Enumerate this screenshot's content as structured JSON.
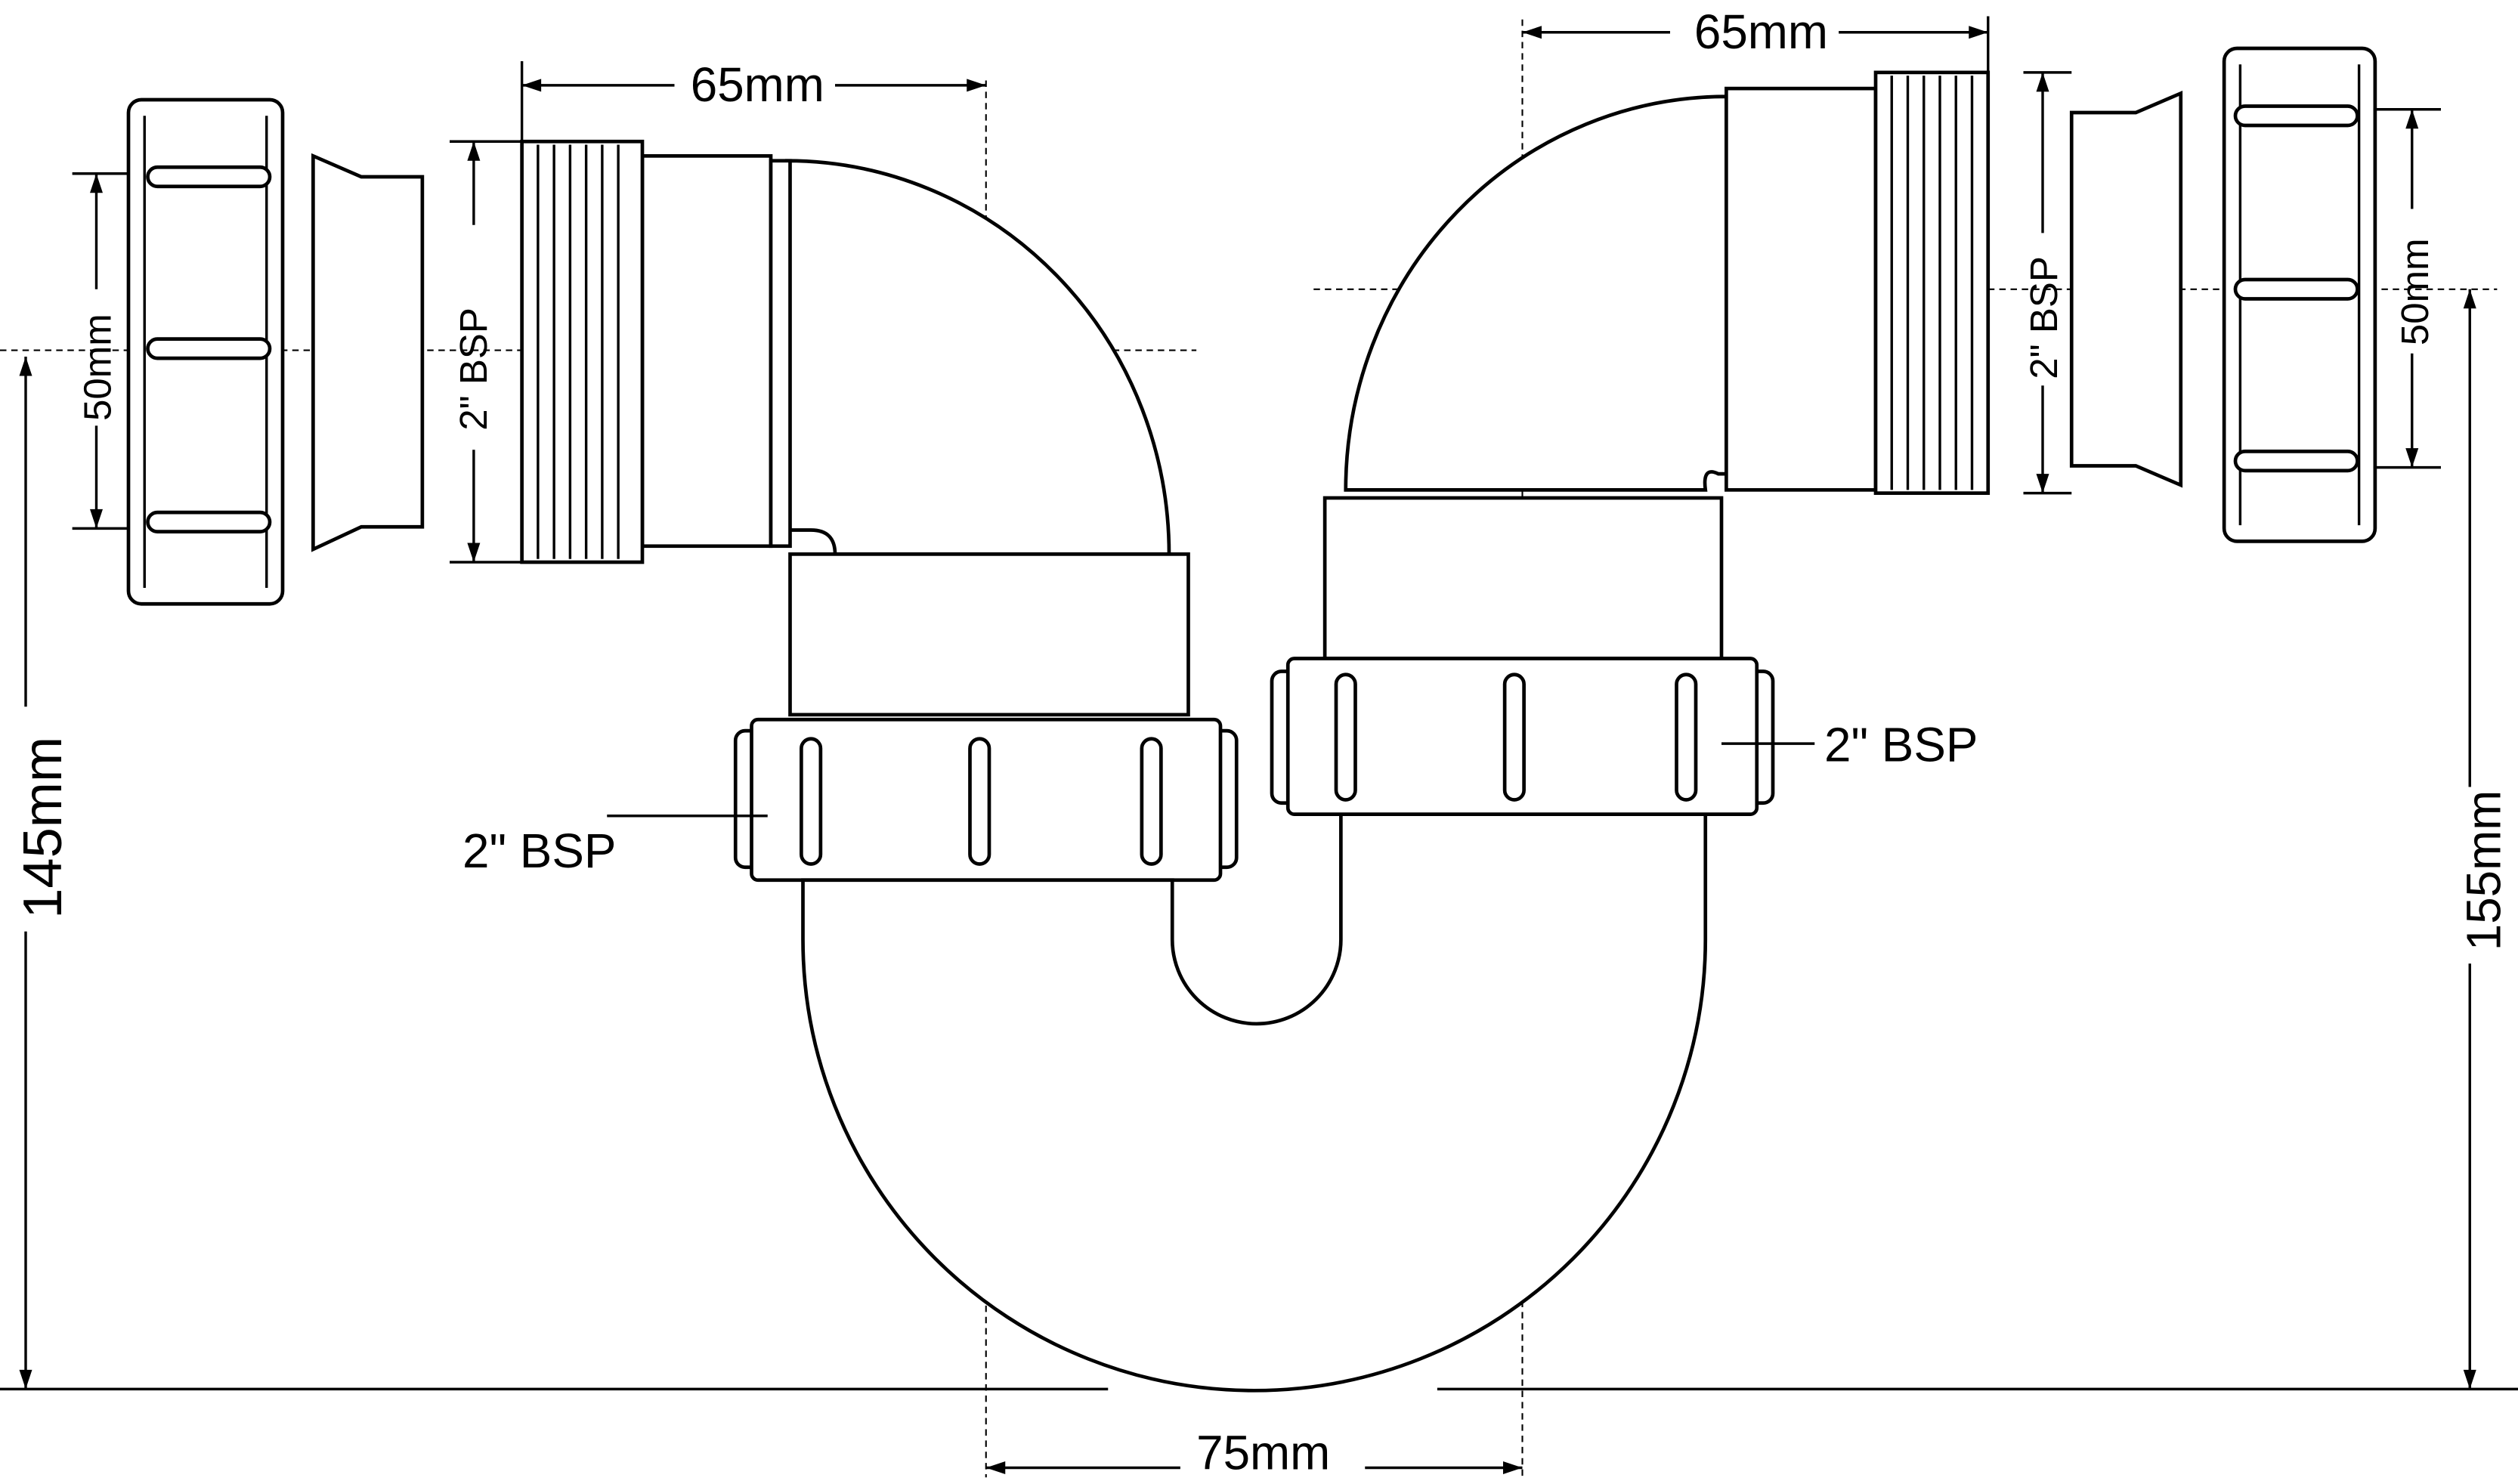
{
  "title": "S-trap technical drawing",
  "dimensions": {
    "left_pipe_length": "65mm",
    "right_pipe_length": "65mm",
    "left_nut_diameter": "50mm",
    "right_nut_diameter": "50mm",
    "left_thread": "2\" BSP",
    "right_thread": "2\" BSP",
    "left_nut_thread": "2\" BSP",
    "right_nut_thread": "2\" BSP",
    "left_height": "145mm",
    "right_height": "155mm",
    "offset": "75mm"
  }
}
